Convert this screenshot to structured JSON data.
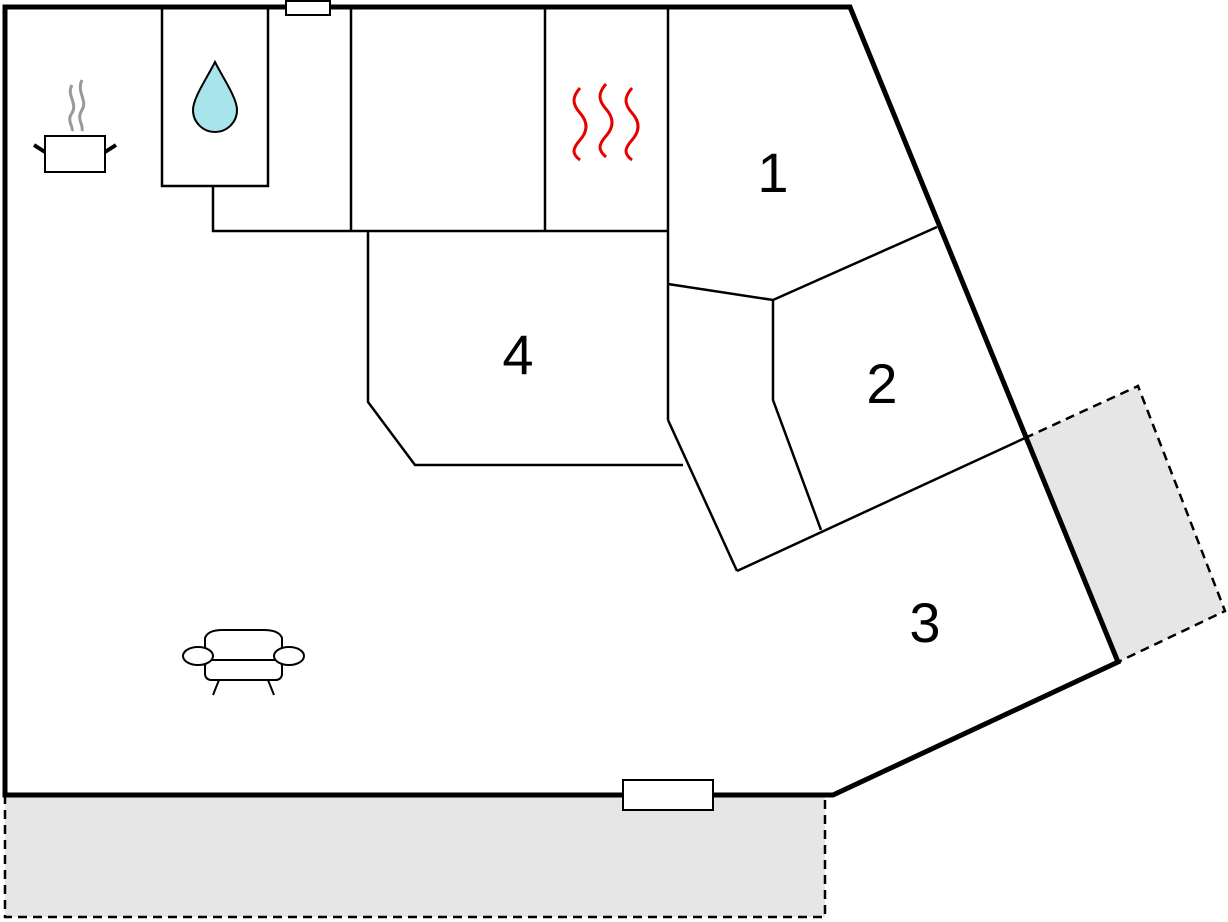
{
  "plan": {
    "rooms": [
      {
        "id": "bedroom-1",
        "label": "1"
      },
      {
        "id": "bedroom-2",
        "label": "2"
      },
      {
        "id": "bedroom-3",
        "label": "3"
      },
      {
        "id": "bedroom-4",
        "label": "4"
      }
    ],
    "icons": {
      "kitchen": "cooking-pot-icon",
      "bathroom": "water-drop-icon",
      "sauna": "heat-waves-icon",
      "living": "sofa-icon"
    },
    "colors": {
      "wall": "#000000",
      "terrace_fill": "#e6e6e6",
      "water_drop": "#a8e4ec",
      "heat_waves": "#e60000",
      "steam": "#999999",
      "background": "#ffffff"
    }
  }
}
